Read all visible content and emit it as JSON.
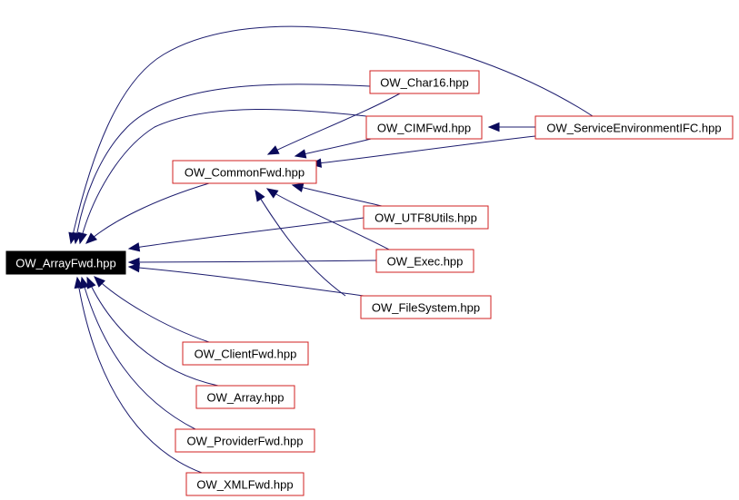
{
  "graph": {
    "edge_color": "#1c1c6e",
    "node_border_color": "#d22020",
    "root_fill": "#000000",
    "root_text_color": "#ffffff",
    "nodes": [
      {
        "id": "arrayfwd",
        "label": "OW_ArrayFwd.hpp",
        "root": true
      },
      {
        "id": "char16",
        "label": "OW_Char16.hpp"
      },
      {
        "id": "cimfwd",
        "label": "OW_CIMFwd.hpp"
      },
      {
        "id": "serviceenv",
        "label": "OW_ServiceEnvironmentIFC.hpp"
      },
      {
        "id": "commonfwd",
        "label": "OW_CommonFwd.hpp"
      },
      {
        "id": "utf8utils",
        "label": "OW_UTF8Utils.hpp"
      },
      {
        "id": "exec",
        "label": "OW_Exec.hpp"
      },
      {
        "id": "filesystem",
        "label": "OW_FileSystem.hpp"
      },
      {
        "id": "clientfwd",
        "label": "OW_ClientFwd.hpp"
      },
      {
        "id": "array",
        "label": "OW_Array.hpp"
      },
      {
        "id": "providerfwd",
        "label": "OW_ProviderFwd.hpp"
      },
      {
        "id": "xmlfwd",
        "label": "OW_XMLFwd.hpp"
      }
    ],
    "edges": [
      {
        "from": "serviceenv",
        "to": "arrayfwd"
      },
      {
        "from": "serviceenv",
        "to": "cimfwd"
      },
      {
        "from": "serviceenv",
        "to": "commonfwd"
      },
      {
        "from": "char16",
        "to": "arrayfwd"
      },
      {
        "from": "char16",
        "to": "commonfwd"
      },
      {
        "from": "cimfwd",
        "to": "arrayfwd"
      },
      {
        "from": "cimfwd",
        "to": "commonfwd"
      },
      {
        "from": "commonfwd",
        "to": "arrayfwd"
      },
      {
        "from": "utf8utils",
        "to": "arrayfwd"
      },
      {
        "from": "utf8utils",
        "to": "commonfwd"
      },
      {
        "from": "exec",
        "to": "arrayfwd"
      },
      {
        "from": "exec",
        "to": "commonfwd"
      },
      {
        "from": "filesystem",
        "to": "arrayfwd"
      },
      {
        "from": "filesystem",
        "to": "commonfwd"
      },
      {
        "from": "clientfwd",
        "to": "arrayfwd"
      },
      {
        "from": "array",
        "to": "arrayfwd"
      },
      {
        "from": "providerfwd",
        "to": "arrayfwd"
      },
      {
        "from": "xmlfwd",
        "to": "arrayfwd"
      }
    ]
  }
}
